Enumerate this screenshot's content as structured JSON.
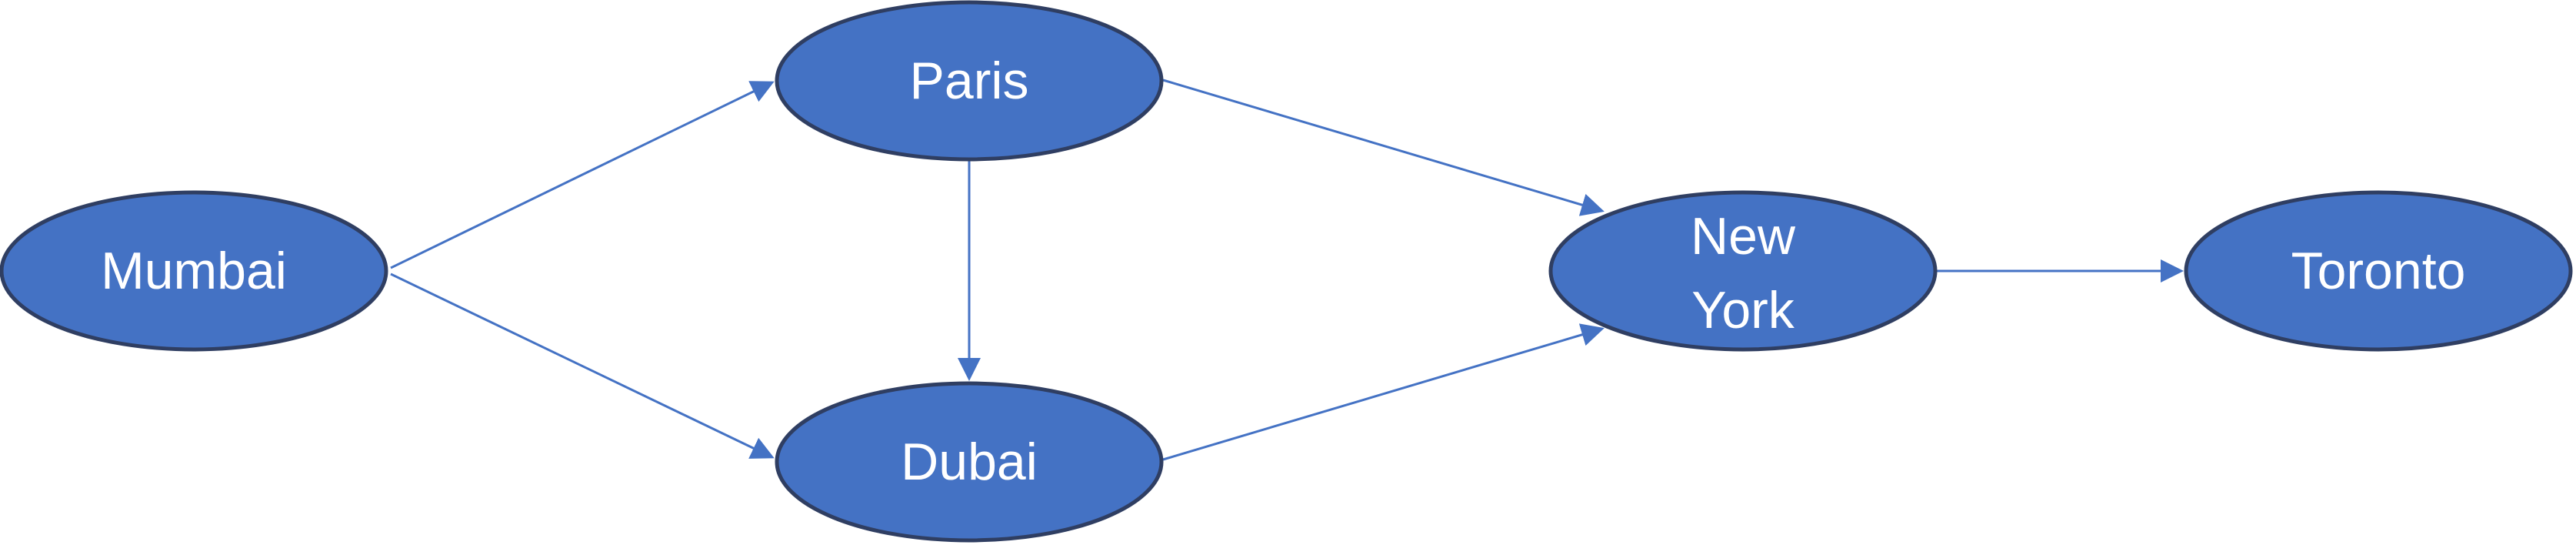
{
  "diagram": {
    "colors": {
      "node_fill": "#4472C4",
      "node_border": "#2F3E62",
      "edge": "#4472C4",
      "label": "#FFFFFF"
    },
    "nodes": [
      {
        "id": "mumbai",
        "label": "Mumbai"
      },
      {
        "id": "paris",
        "label": "Paris"
      },
      {
        "id": "dubai",
        "label": "Dubai"
      },
      {
        "id": "new-york",
        "label_lines": [
          "New",
          "York"
        ]
      },
      {
        "id": "toronto",
        "label": "Toronto"
      }
    ],
    "edges": [
      {
        "from": "mumbai",
        "to": "paris"
      },
      {
        "from": "mumbai",
        "to": "dubai"
      },
      {
        "from": "paris",
        "to": "dubai"
      },
      {
        "from": "paris",
        "to": "new-york"
      },
      {
        "from": "dubai",
        "to": "new-york"
      },
      {
        "from": "new-york",
        "to": "toronto"
      }
    ]
  }
}
